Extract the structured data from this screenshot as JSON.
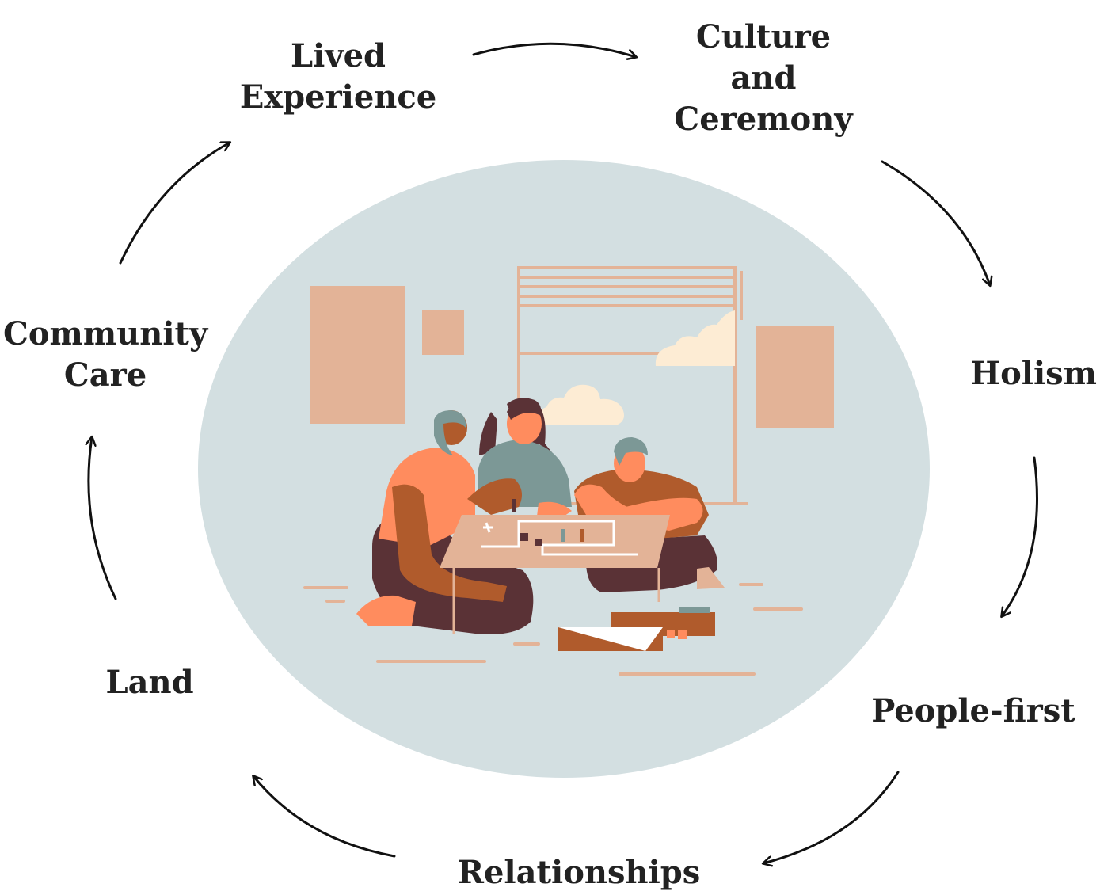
{
  "nodes": {
    "lived_experience": [
      "Lived",
      "Experience"
    ],
    "culture_ceremony": [
      "Culture",
      "and",
      "Ceremony"
    ],
    "holism": [
      "Holism"
    ],
    "people_first": [
      "People-first"
    ],
    "relationships": [
      "Relationships"
    ],
    "land": [
      "Land"
    ],
    "community_care": [
      "Community",
      "Care"
    ]
  },
  "colors": {
    "text": "#222222",
    "arrow": "#111111",
    "backdrop": "#d3dfe1",
    "peach": "#e3b397",
    "brown": "#b05b2c",
    "dark_brown": "#5a3236",
    "orange": "#ff8c5e",
    "teal_gray": "#7c9896",
    "cloud": "#fdecd4"
  },
  "illustration": {
    "scene": "three-people-playing-board-game"
  }
}
